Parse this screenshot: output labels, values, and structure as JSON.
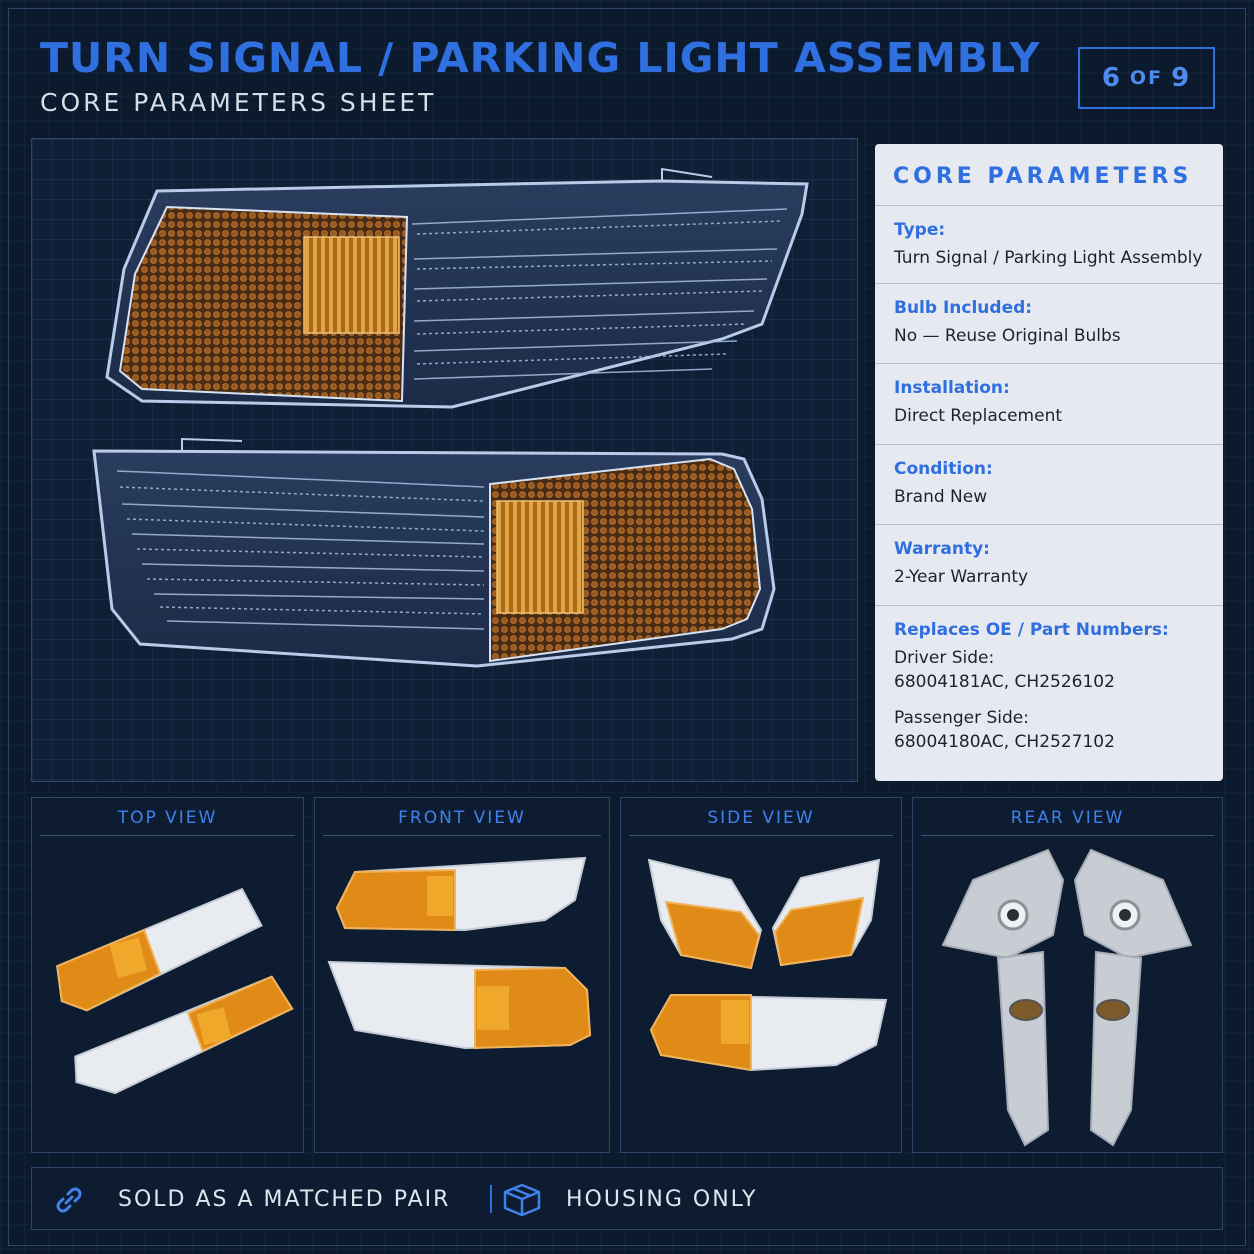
{
  "header": {
    "title": "TURN SIGNAL / PARKING LIGHT ASSEMBLY",
    "subtitle": "CORE PARAMETERS SHEET",
    "page_current": "6",
    "page_of": "OF",
    "page_total": "9"
  },
  "params": {
    "heading": "CORE PARAMETERS",
    "type_label": "Type:",
    "type_value": "Turn Signal / Parking Light Assembly",
    "bulb_label": "Bulb Included:",
    "bulb_value": "No — Reuse Original Bulbs",
    "install_label": "Installation:",
    "install_value": "Direct Replacement",
    "condition_label": "Condition:",
    "condition_value": "Brand New",
    "warranty_label": "Warranty:",
    "warranty_value": "2-Year Warranty",
    "oe_label": "Replaces OE / Part Numbers:",
    "driver_label": "Driver Side:",
    "driver_value": "68004181AC, CH2526102",
    "passenger_label": "Passenger Side:",
    "passenger_value": "68004180AC, CH2527102"
  },
  "views": {
    "top": "TOP VIEW",
    "front": "FRONT VIEW",
    "side": "SIDE VIEW",
    "rear": "REAR VIEW"
  },
  "footer": {
    "pair": "SOLD AS A MATCHED PAIR",
    "housing": "HOUSING ONLY"
  },
  "colors": {
    "accent": "#2f6fe0",
    "amber": "#d8861a",
    "background": "#0c1a2e"
  },
  "icons": {
    "pair": "link-icon",
    "housing": "box-icon"
  }
}
